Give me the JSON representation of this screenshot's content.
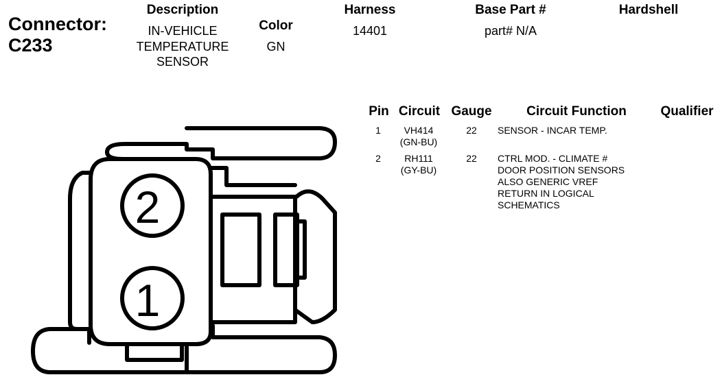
{
  "connector": {
    "label": "Connector:",
    "id": "C233"
  },
  "header": {
    "description_label": "Description",
    "description_lines": [
      "IN-VEHICLE",
      "TEMPERATURE",
      "SENSOR"
    ],
    "color_label": "Color",
    "color_value": "GN",
    "harness_label": "Harness",
    "harness_value": "14401",
    "base_part_label": "Base Part #",
    "base_part_value": "part# N/A",
    "hardshell_label": "Hardshell"
  },
  "pin_table": {
    "columns": [
      "Pin",
      "Circuit",
      "Gauge",
      "Circuit Function",
      "Qualifier"
    ],
    "rows": [
      {
        "pin": "1",
        "circuit": [
          "VH414",
          "(GN-BU)"
        ],
        "gauge": "22",
        "function": [
          "SENSOR - INCAR TEMP."
        ],
        "qualifier": ""
      },
      {
        "pin": "2",
        "circuit": [
          "RH111",
          "(GY-BU)"
        ],
        "gauge": "22",
        "function": [
          "CTRL MOD. - CLIMATE #",
          "DOOR POSITION SENSORS",
          "ALSO GENERIC VREF",
          "RETURN IN LOGICAL",
          "SCHEMATICS"
        ],
        "qualifier": ""
      }
    ]
  },
  "drawing": {
    "pin_labels": [
      "2",
      "1"
    ]
  }
}
